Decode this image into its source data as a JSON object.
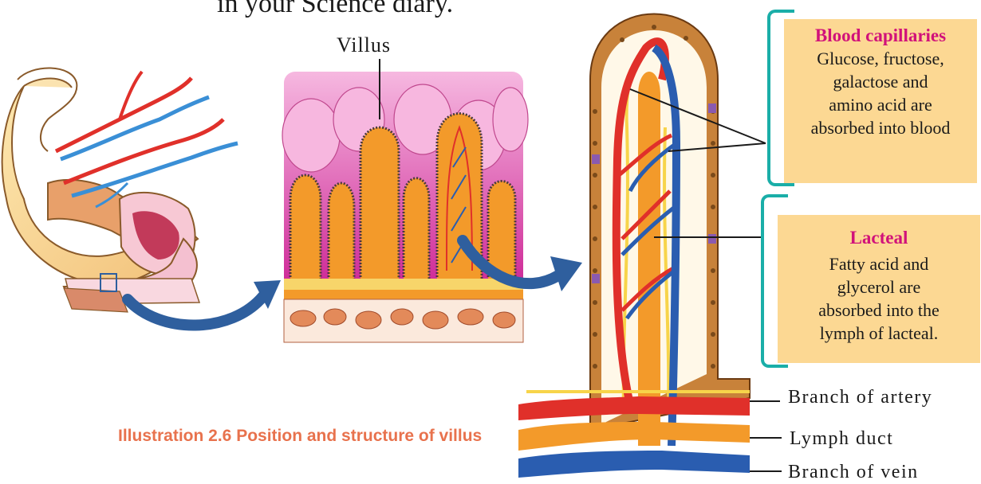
{
  "header_text": "in your Science diary.",
  "villus_label": "Villus",
  "blood_capillaries": {
    "title": "Blood capillaries",
    "lines": [
      "Glucose, fructose,",
      "galactose and",
      "amino acid are",
      "absorbed into blood"
    ]
  },
  "lacteal": {
    "title": "Lacteal",
    "lines": [
      "Fatty acid and",
      "glycerol are",
      "absorbed into the",
      "lymph of lacteal."
    ]
  },
  "labels": {
    "artery": "Branch of artery",
    "lymph": "Lymph duct",
    "vein": "Branch of vein"
  },
  "caption": "Illustration 2.6  Position and structure of villus",
  "colors": {
    "box_fill": "#fcd893",
    "title_color": "#d1127a",
    "bracket_color": "#1aaea8",
    "caption_color": "#e8724d",
    "artery_red": "#e0302a",
    "vein_blue": "#2a5db0",
    "lacteal_orange": "#f39a2a",
    "arrow_blue": "#2f5f9e"
  }
}
